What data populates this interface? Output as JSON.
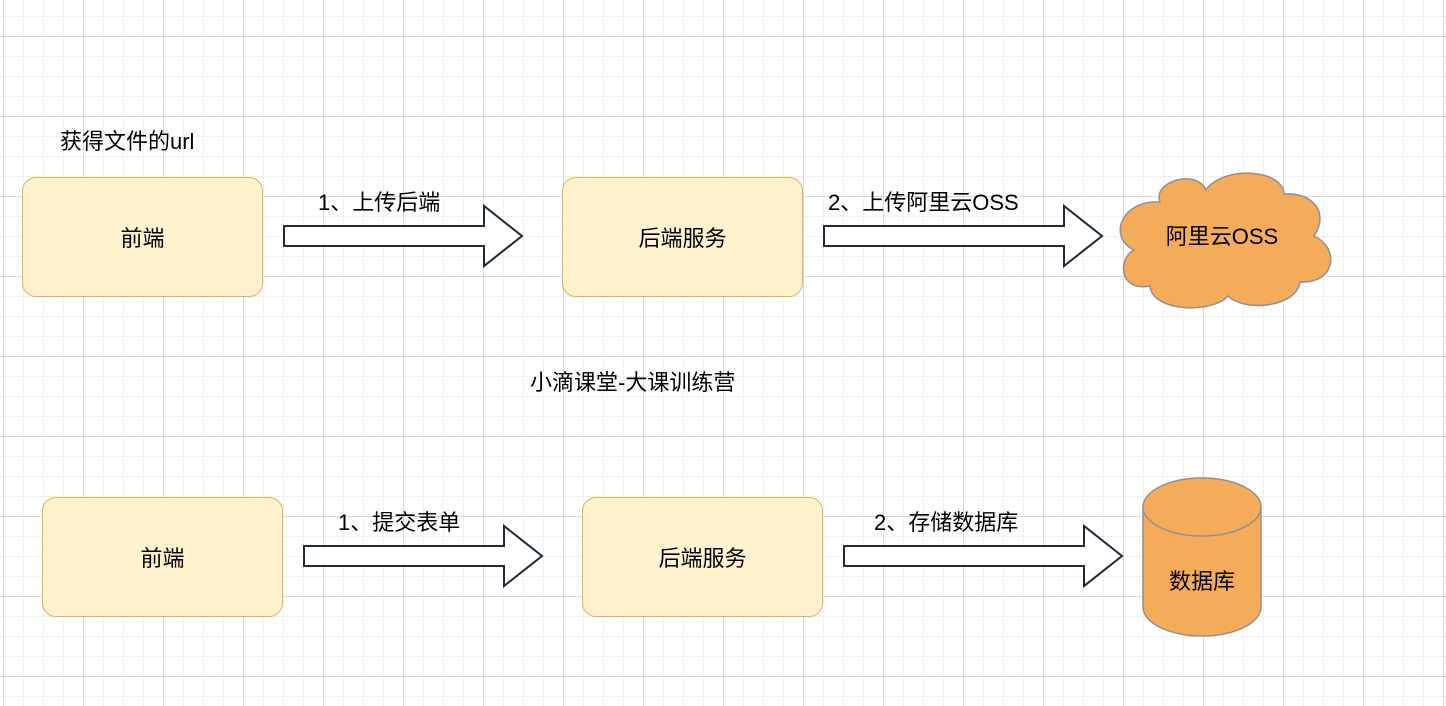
{
  "flow1": {
    "caption": "获得文件的url",
    "frontend": "前端",
    "arrow1_label": "1、上传后端",
    "backend": "后端服务",
    "arrow2_label": "2、上传阿里云OSS",
    "storage": "阿里云OSS",
    "storage_icon": "cloud-icon"
  },
  "center_caption": "小滴课堂-大课训练营",
  "flow2": {
    "frontend": "前端",
    "arrow1_label": "1、提交表单",
    "backend": "后端服务",
    "arrow2_label": "2、存储数据库",
    "storage": "数据库",
    "storage_icon": "database-icon"
  },
  "colors": {
    "box_fill": "#fff2cc",
    "box_border": "#d6b656",
    "storage_fill": "#f4ab5a",
    "storage_border": "#909090",
    "arrow_fill": "#ffffff",
    "arrow_stroke": "#1e2a36"
  }
}
